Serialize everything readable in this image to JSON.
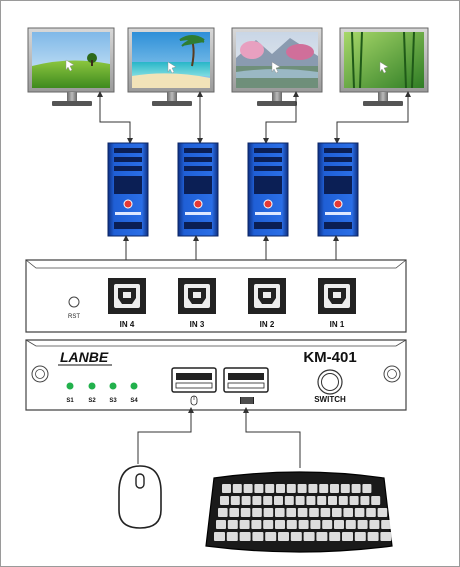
{
  "brand": {
    "logo_text": "LANBE",
    "model": "KM-401"
  },
  "ports": [
    {
      "label": "IN 4"
    },
    {
      "label": "IN 3"
    },
    {
      "label": "IN 2"
    },
    {
      "label": "IN 1"
    }
  ],
  "reset_label": "RST",
  "switch_label": "SWITCH",
  "status_leds": [
    {
      "label": "S1",
      "color": "#22b14c"
    },
    {
      "label": "S2",
      "color": "#22b14c"
    },
    {
      "label": "S3",
      "color": "#22b14c"
    },
    {
      "label": "S4",
      "color": "#22b14c"
    }
  ],
  "colors": {
    "pc_tower": "#1f5fd6",
    "pc_tower_dark": "#0e2f80",
    "connector": "#333333"
  },
  "monitors": [
    {
      "scene": "field-tree"
    },
    {
      "scene": "tropical-beach"
    },
    {
      "scene": "lake-mountain"
    },
    {
      "scene": "bamboo-forest"
    }
  ],
  "usb_icons": [
    "mouse-icon",
    "keyboard-icon"
  ]
}
